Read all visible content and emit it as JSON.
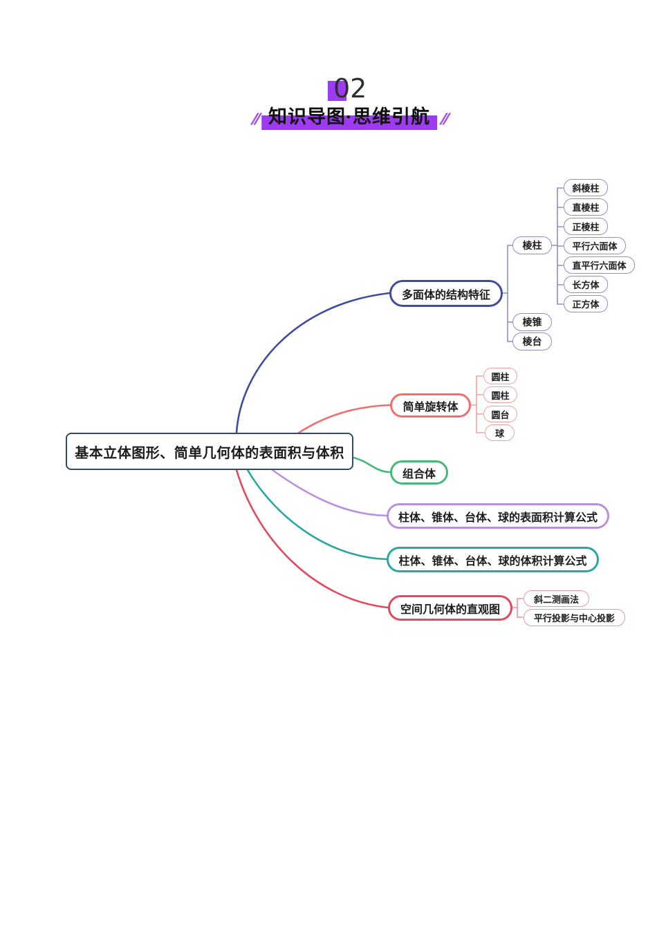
{
  "header": {
    "section_number": "02",
    "section_title": "知识导图·思维引航",
    "slash_left": "//",
    "slash_right": "//"
  },
  "mindmap": {
    "root": {
      "label": "基本立体图形、简单几何体的表面积与体积"
    },
    "branches": [
      {
        "label": "多面体的结构特征",
        "color": "#3e4b9e",
        "children": [
          {
            "label": "棱柱",
            "children": [
              "斜棱柱",
              "直棱柱",
              "正棱柱",
              "平行六面体",
              "直平行六面体",
              "长方体",
              "正方体"
            ]
          },
          {
            "label": "棱锥"
          },
          {
            "label": "棱台"
          }
        ]
      },
      {
        "label": "简单旋转体",
        "color": "#f26d6d",
        "children": [
          "圆柱",
          "圆柱",
          "圆台",
          "球"
        ]
      },
      {
        "label": "组合体",
        "color": "#43b879"
      },
      {
        "label": "柱体、锥体、台体、球的表面积计算公式",
        "color": "#bb8fdd"
      },
      {
        "label": "柱体、锥体、台体、球的体积计算公式",
        "color": "#27a79f"
      },
      {
        "label": "空间几何体的直观图",
        "color": "#e3485d",
        "children": [
          "斜二测画法",
          "平行投影与中心投影"
        ]
      }
    ]
  },
  "palette": {
    "accent_purple": "#9e3bf2",
    "root_border": "#2e4a6b",
    "branch_navy": "#3e4b9e",
    "connector_periwinkle": "#8a91c2",
    "branch_salmon": "#f26d6d",
    "connector_salmon_light": "#f2a19e",
    "branch_green": "#43b879",
    "branch_lavender": "#bb8fdd",
    "branch_teal": "#27a79f",
    "branch_crimson": "#e3485d",
    "connector_pink_light": "#ec95a1"
  }
}
